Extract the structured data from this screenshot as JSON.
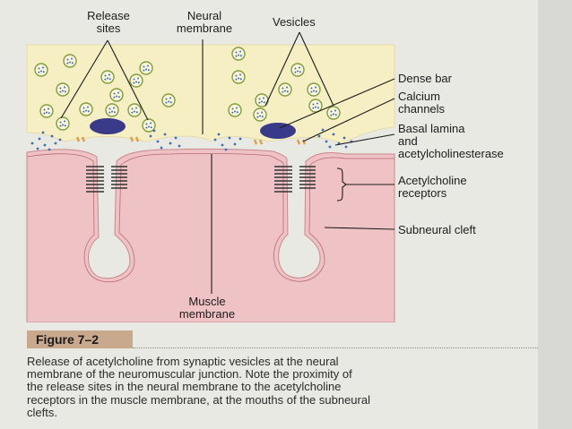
{
  "labels": {
    "release_sites": [
      "Release",
      "sites"
    ],
    "neural_membrane": [
      "Neural",
      "membrane"
    ],
    "vesicles": "Vesicles",
    "dense_bar": "Dense bar",
    "calcium_channels": [
      "Calcium",
      "channels"
    ],
    "basal_lamina": [
      "Basal lamina",
      "and",
      "acetylcholinesterase"
    ],
    "ach_receptors": [
      "Acetylcholine",
      "receptors"
    ],
    "subneural_cleft": "Subneural cleft",
    "muscle_membrane": [
      "Muscle",
      "membrane"
    ]
  },
  "figure": {
    "tag": "Figure 7–2",
    "caption_lines": [
      "Release of acetylcholine from synaptic vesicles at the neural",
      "membrane of the neuromuscular junction. Note the proximity of",
      "the release sites in the neural membrane to the acetylcholine",
      "receptors in the muscle membrane, at the mouths of the subneural",
      "clefts."
    ]
  },
  "colors": {
    "nerve_terminal": "#f6efc4",
    "muscle": "#efc2c5",
    "dense_bar": "#3a3a8a",
    "calcium_channel": "#e0a040",
    "ach_dots": "#3b6fb0",
    "figure_tag": "#c9a98e"
  }
}
